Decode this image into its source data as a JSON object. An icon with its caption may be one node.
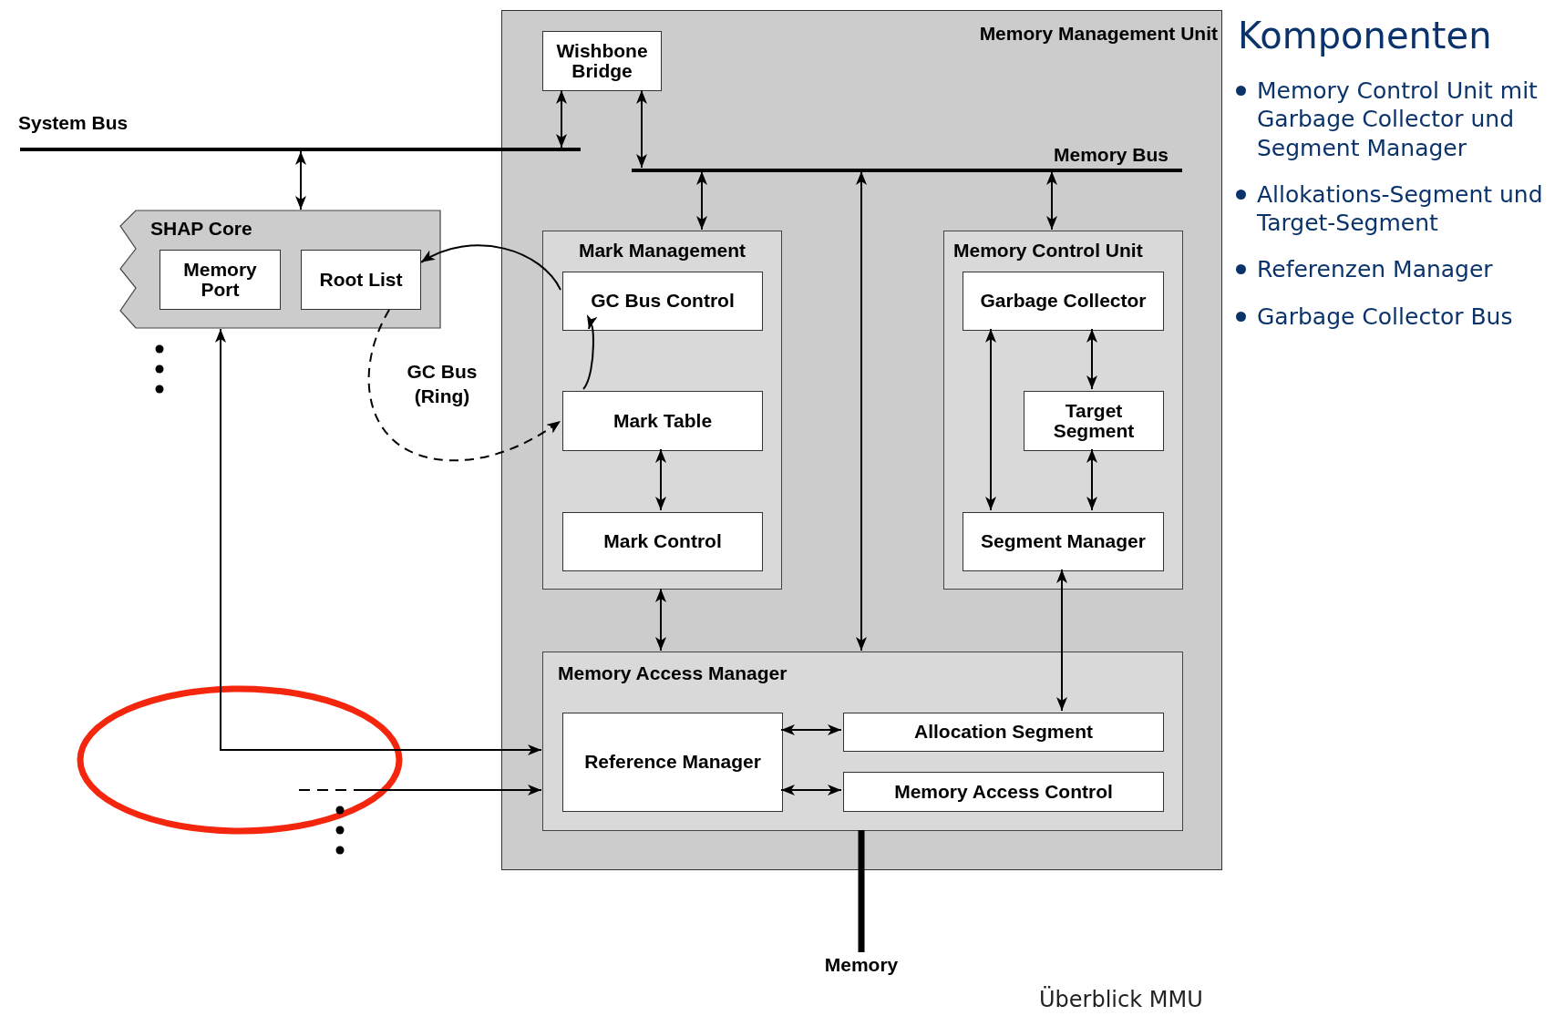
{
  "diagram": {
    "title": "Komponenten",
    "caption": "Überblick MMU",
    "nodes": [
      {
        "text": [
          "Memory Management Unit"
        ]
      },
      {
        "text": [
          "Wishbone Bridge"
        ],
        "in": 0
      },
      {
        "text": [],
        "shape": "bar",
        "beside": [
          "System Bus"
        ]
      },
      {
        "text": [],
        "shape": "bar",
        "beside": [
          "Memory Bus"
        ],
        "in": 0
      },
      {
        "text": [
          "SHAP Core"
        ]
      },
      {
        "text": [
          "Memory Port"
        ],
        "in": 4
      },
      {
        "text": [
          "Root List"
        ],
        "in": 4
      },
      {
        "text": [
          "Mark Management"
        ],
        "in": 0
      },
      {
        "text": [
          "GC Bus Control"
        ],
        "in": 7
      },
      {
        "text": [
          "Mark Table"
        ],
        "in": 7
      },
      {
        "text": [
          "Mark Control"
        ],
        "in": 7
      },
      {
        "text": [
          "Memory Control Unit"
        ],
        "in": 0
      },
      {
        "text": [
          "Garbage Collector"
        ],
        "in": 11
      },
      {
        "text": [
          "Target Segment"
        ],
        "in": 11
      },
      {
        "text": [
          "Segment Manager"
        ],
        "in": 11
      },
      {
        "text": [
          "Memory Access Manager"
        ],
        "in": 0
      },
      {
        "text": [
          "Reference Manager"
        ],
        "in": 15
      },
      {
        "text": [
          "Allocation Segment"
        ],
        "in": 15
      },
      {
        "text": [
          "Memory Access Control"
        ],
        "in": 15
      },
      {
        "text": [
          "Memory"
        ]
      }
    ],
    "edges": [
      {
        "from": 2,
        "to": 4,
        "arrow": "both"
      },
      {
        "from": 1,
        "to": 2,
        "arrow": "both"
      },
      {
        "from": 1,
        "to": 3,
        "arrow": "both"
      },
      {
        "from": 3,
        "to": 7,
        "arrow": "both"
      },
      {
        "from": 3,
        "to": 15,
        "arrow": "both"
      },
      {
        "from": 3,
        "to": 11,
        "arrow": "both"
      },
      {
        "from": 8,
        "to": 6,
        "arrow": "to"
      },
      {
        "from": 6,
        "to": 9,
        "arrow": "to",
        "style": "dashed"
      },
      {
        "from": 9,
        "to": 8,
        "arrow": "to"
      },
      {
        "from": 9,
        "to": 10,
        "arrow": "both"
      },
      {
        "from": 7,
        "to": 15,
        "arrow": "both"
      },
      {
        "from": 12,
        "to": 14,
        "arrow": "both"
      },
      {
        "from": 12,
        "to": 13,
        "arrow": "both"
      },
      {
        "from": 13,
        "to": 14,
        "arrow": "both"
      },
      {
        "from": 14,
        "to": 17,
        "arrow": "both"
      },
      {
        "from": 16,
        "to": 17,
        "arrow": "both"
      },
      {
        "from": 16,
        "to": 18,
        "arrow": "both"
      },
      {
        "from": 4,
        "to": 15,
        "arrow": "both"
      },
      {
        "from": null,
        "to": 15,
        "arrow": "to",
        "style": "dashed"
      },
      {
        "from": 15,
        "to": 19,
        "arrow": "none",
        "style": "thick"
      }
    ],
    "labels": [
      "GC Bus (Ring)",
      "Memory Control Unit mit Garbage Collector und Segment Manager",
      "Allokations-Segment und Target-Segment",
      "Referenzen Manager",
      "Garbage Collector Bus"
    ]
  }
}
